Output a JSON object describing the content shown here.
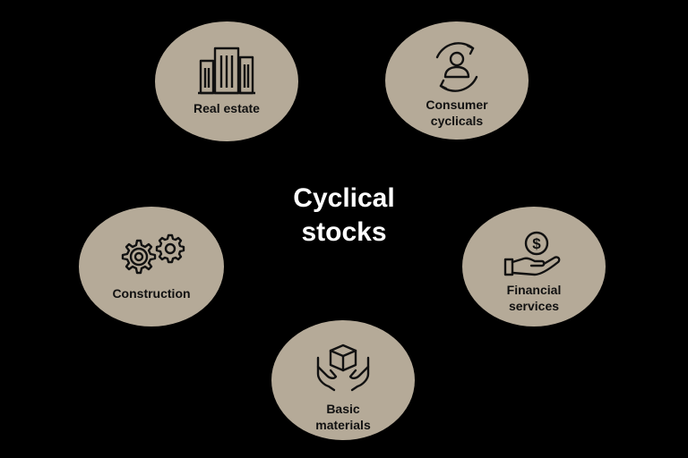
{
  "center": {
    "line1": "Cyclical",
    "line2": "stocks"
  },
  "colors": {
    "background": "#000000",
    "circle_fill": "#b5aa98",
    "center_text": "#ffffff",
    "node_text": "#111111"
  },
  "nodes": [
    {
      "icon": "office-building-icon",
      "lines": [
        "Real estate"
      ]
    },
    {
      "icon": "person-cycle-icon",
      "lines": [
        "Consumer",
        "cyclicals"
      ]
    },
    {
      "icon": "gears-icon",
      "lines": [
        "Construction"
      ]
    },
    {
      "icon": "hand-dollar-coin-icon",
      "lines": [
        "Financial",
        "services"
      ]
    },
    {
      "icon": "hands-holding-box-icon",
      "lines": [
        "Basic",
        "materials"
      ]
    }
  ]
}
